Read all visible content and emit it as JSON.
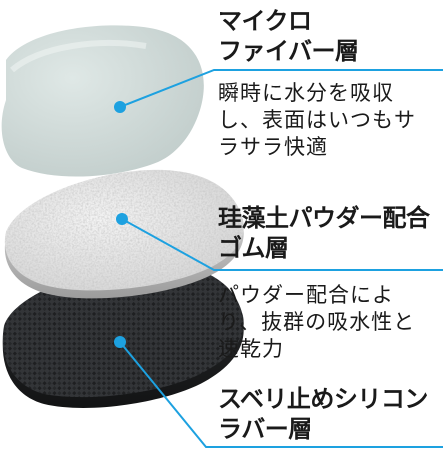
{
  "colors": {
    "accent": "#1da1e0",
    "text": "#1a1a1a"
  },
  "layers": [
    {
      "id": "microfiber",
      "title_lines": [
        "マイクロ",
        "ファイバー層"
      ],
      "desc_lines": [
        "瞬時に水分を吸収",
        "し、表面はいつもサ",
        "ラサラ快適"
      ]
    },
    {
      "id": "diatomite",
      "title_lines": [
        "珪藻土パウダー配合",
        "ゴム層"
      ],
      "desc_lines": [
        "パウダー配合によ",
        "り、抜群の吸水性と",
        "速乾力"
      ]
    },
    {
      "id": "silicone",
      "title_lines": [
        "スベリ止めシリコン",
        "ラバー層"
      ],
      "desc_lines": []
    }
  ]
}
